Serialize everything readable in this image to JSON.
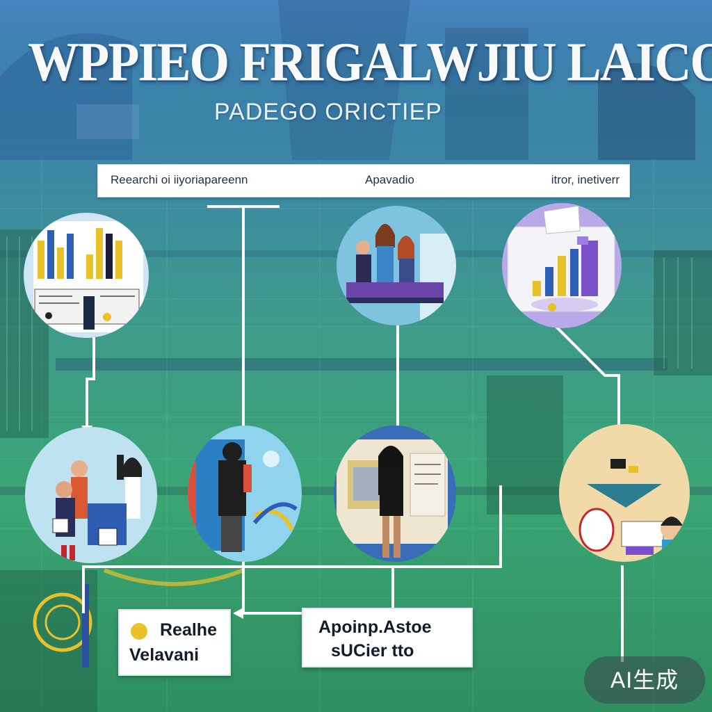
{
  "title": "WPPIEO FRIGALWJIU LAICOTETO",
  "subtitle": "PADEGO ORICTIEP",
  "header": {
    "left": "Reearchi oi iiyoriapareenn",
    "middle": "Apavadio",
    "right": "itror, inetiverr"
  },
  "callouts": {
    "left": [
      "Realhe",
      "Velavani"
    ],
    "right": [
      "Apoinp.Astoe",
      "sUCier tto"
    ]
  },
  "watermark": "AI生成",
  "colors": {
    "accent_blue": "#2f6fb3",
    "accent_green": "#3aa575",
    "chart_yellow": "#e9c22a",
    "chart_purple": "#7a4fc9"
  }
}
